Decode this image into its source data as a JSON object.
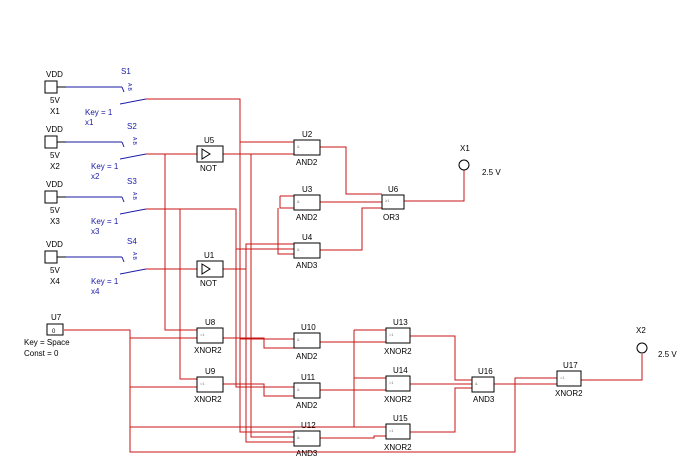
{
  "sources": [
    {
      "top": "VDD",
      "volt": "5V",
      "name": "X1"
    },
    {
      "top": "VDD",
      "volt": "5V",
      "name": "X2"
    },
    {
      "top": "VDD",
      "volt": "5V",
      "name": "X3"
    },
    {
      "top": "VDD",
      "volt": "5V",
      "name": "X4"
    }
  ],
  "switches": [
    {
      "name": "S1",
      "key": "Key = 1",
      "var": "x1",
      "ab": "A B"
    },
    {
      "name": "S2",
      "key": "Key = 1",
      "var": "x2",
      "ab": "A B"
    },
    {
      "name": "S3",
      "key": "Key = 1",
      "var": "x3",
      "ab": "A B"
    },
    {
      "name": "S4",
      "key": "Key = 1",
      "var": "x4",
      "ab": "A B"
    }
  ],
  "constant": {
    "name": "U7",
    "value": "0",
    "key": "Key = Space",
    "const": "Const = 0"
  },
  "gates": {
    "U5": {
      "name": "U5",
      "type": "NOT"
    },
    "U1": {
      "name": "U1",
      "type": "NOT"
    },
    "U2": {
      "name": "U2",
      "type": "AND2"
    },
    "U3": {
      "name": "U3",
      "type": "AND2"
    },
    "U4": {
      "name": "U4",
      "type": "AND3"
    },
    "U6": {
      "name": "U6",
      "type": "OR3"
    },
    "U8": {
      "name": "U8",
      "type": "XNOR2"
    },
    "U9": {
      "name": "U9",
      "type": "XNOR2"
    },
    "U10": {
      "name": "U10",
      "type": "AND2"
    },
    "U11": {
      "name": "U11",
      "type": "AND2"
    },
    "U12": {
      "name": "U12",
      "type": "AND3"
    },
    "U13": {
      "name": "U13",
      "type": "XNOR2"
    },
    "U14": {
      "name": "U14",
      "type": "XNOR2"
    },
    "U15": {
      "name": "U15",
      "type": "XNOR2"
    },
    "U16": {
      "name": "U16",
      "type": "AND3"
    },
    "U17": {
      "name": "U17",
      "type": "XNOR2"
    }
  },
  "probes": [
    {
      "name": "X1",
      "value": "2.5 V"
    },
    {
      "name": "X2",
      "value": "2.5 V"
    }
  ],
  "colors": {
    "wire": "#c81414",
    "switch": "#1a1aa6",
    "component": "#000000"
  }
}
